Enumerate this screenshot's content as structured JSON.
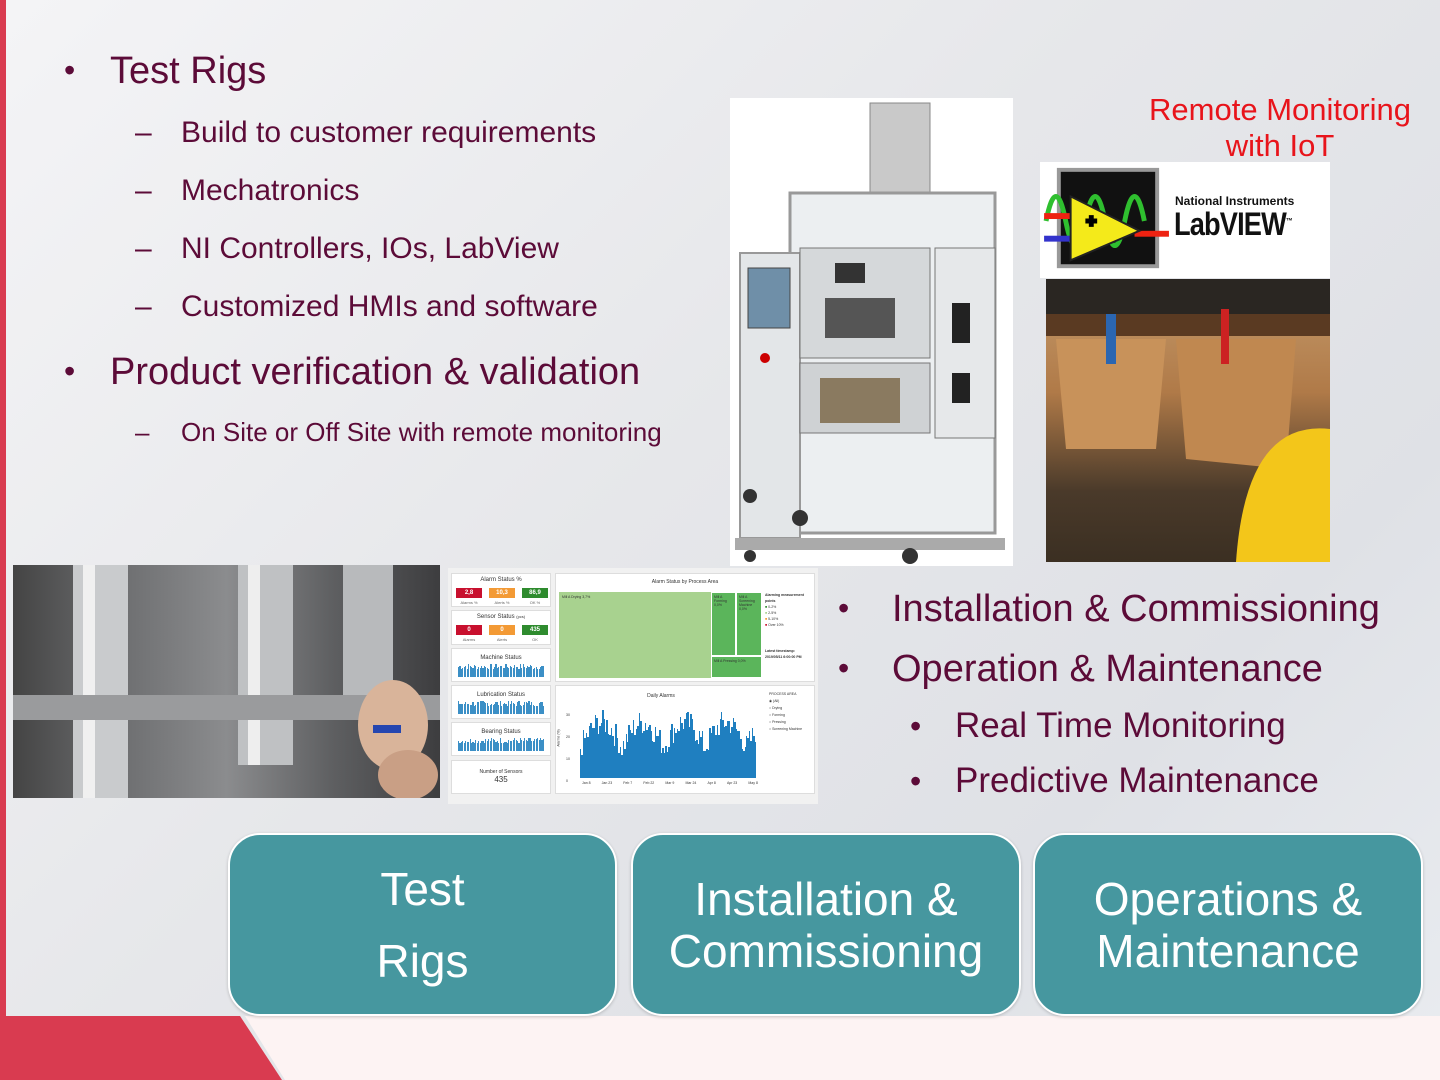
{
  "left": {
    "bullets": [
      {
        "text": "Test Rigs",
        "subs": [
          "Build to customer requirements",
          "Mechatronics",
          "NI Controllers, IOs, LabView",
          "Customized HMIs and software"
        ]
      },
      {
        "text": "Product verification & validation",
        "subs": [
          "On Site or Off Site with remote monitoring"
        ]
      }
    ],
    "bullet_glyph": "•",
    "dash_glyph": "–"
  },
  "remote_title": {
    "line1": "Remote Monitoring",
    "line2": "with IoT"
  },
  "labview_logo": {
    "brand": "National Instruments",
    "product": "LabVIEW",
    "tm": "™"
  },
  "dashboard": {
    "alarm_status": {
      "title": "Alarm Status %",
      "values": [
        "2,8",
        "10,3",
        "86,9"
      ],
      "labels": [
        "Alarms %",
        "Alerts %",
        "OK %"
      ]
    },
    "sensor_status": {
      "title": "Sensor Status",
      "unit": "(pcs)",
      "values": [
        "0",
        "0",
        "435"
      ],
      "labels": [
        "Alarms",
        "Alerts",
        "OK"
      ]
    },
    "machine_status": "Machine Status",
    "lubrication_status": "Lubrication Status",
    "bearing_status": "Bearing Status",
    "sensors": {
      "title": "Number of Sensors",
      "value": "435"
    },
    "treemap": {
      "title": "Alarm Status by Process Area",
      "cells": [
        "Mill A Drying 3,7%",
        "Mill A Forming 0,0%",
        "Mill A Screening Machine 0,0%",
        "Mill A Pressing 0,0%"
      ],
      "legend_title": "Alarming measurement points",
      "legend": [
        "0-2%",
        "2-5%",
        "5-10%",
        "Over 10%"
      ],
      "timestamp_label": "Latest timestamp:",
      "timestamp": "2019/05/11 6:00:00 PM"
    },
    "daily": {
      "title": "Daily Alarms",
      "ylabel": "Alarms (%)",
      "yticks": [
        "30",
        "20",
        "10",
        "0"
      ],
      "xticks": [
        "Jan 8",
        "Jan 23",
        "Feb 7",
        "Feb 22",
        "Mar 9",
        "Mar 24",
        "Apr 8",
        "Apr 23",
        "May 8"
      ],
      "filter_title": "PROCESS AREA",
      "filters": [
        "(All)",
        "Drying",
        "Forming",
        "Pressing",
        "Screening Machine"
      ]
    },
    "colors": {
      "alarm": "#c8102e",
      "alert": "#f39a35",
      "ok": "#2e8b2e",
      "bar": "#1f7fc0",
      "treemap_light": "#a8d28f",
      "treemap_dark": "#5bb55b"
    }
  },
  "right": {
    "bullets": [
      "Installation & Commissioning",
      "Operation & Maintenance"
    ],
    "subs": [
      "Real Time Monitoring",
      "Predictive Maintenance"
    ]
  },
  "buttons": [
    {
      "line1": "Test",
      "line2": "Rigs"
    },
    {
      "line1": "Installation &",
      "line2": "Commissioning"
    },
    {
      "line1": "Operations &",
      "line2": "Maintenance"
    }
  ],
  "colors": {
    "accent_red": "#d93b50",
    "teal": "#46979f",
    "text": "#5c0b38",
    "highlight": "#e8141b"
  }
}
